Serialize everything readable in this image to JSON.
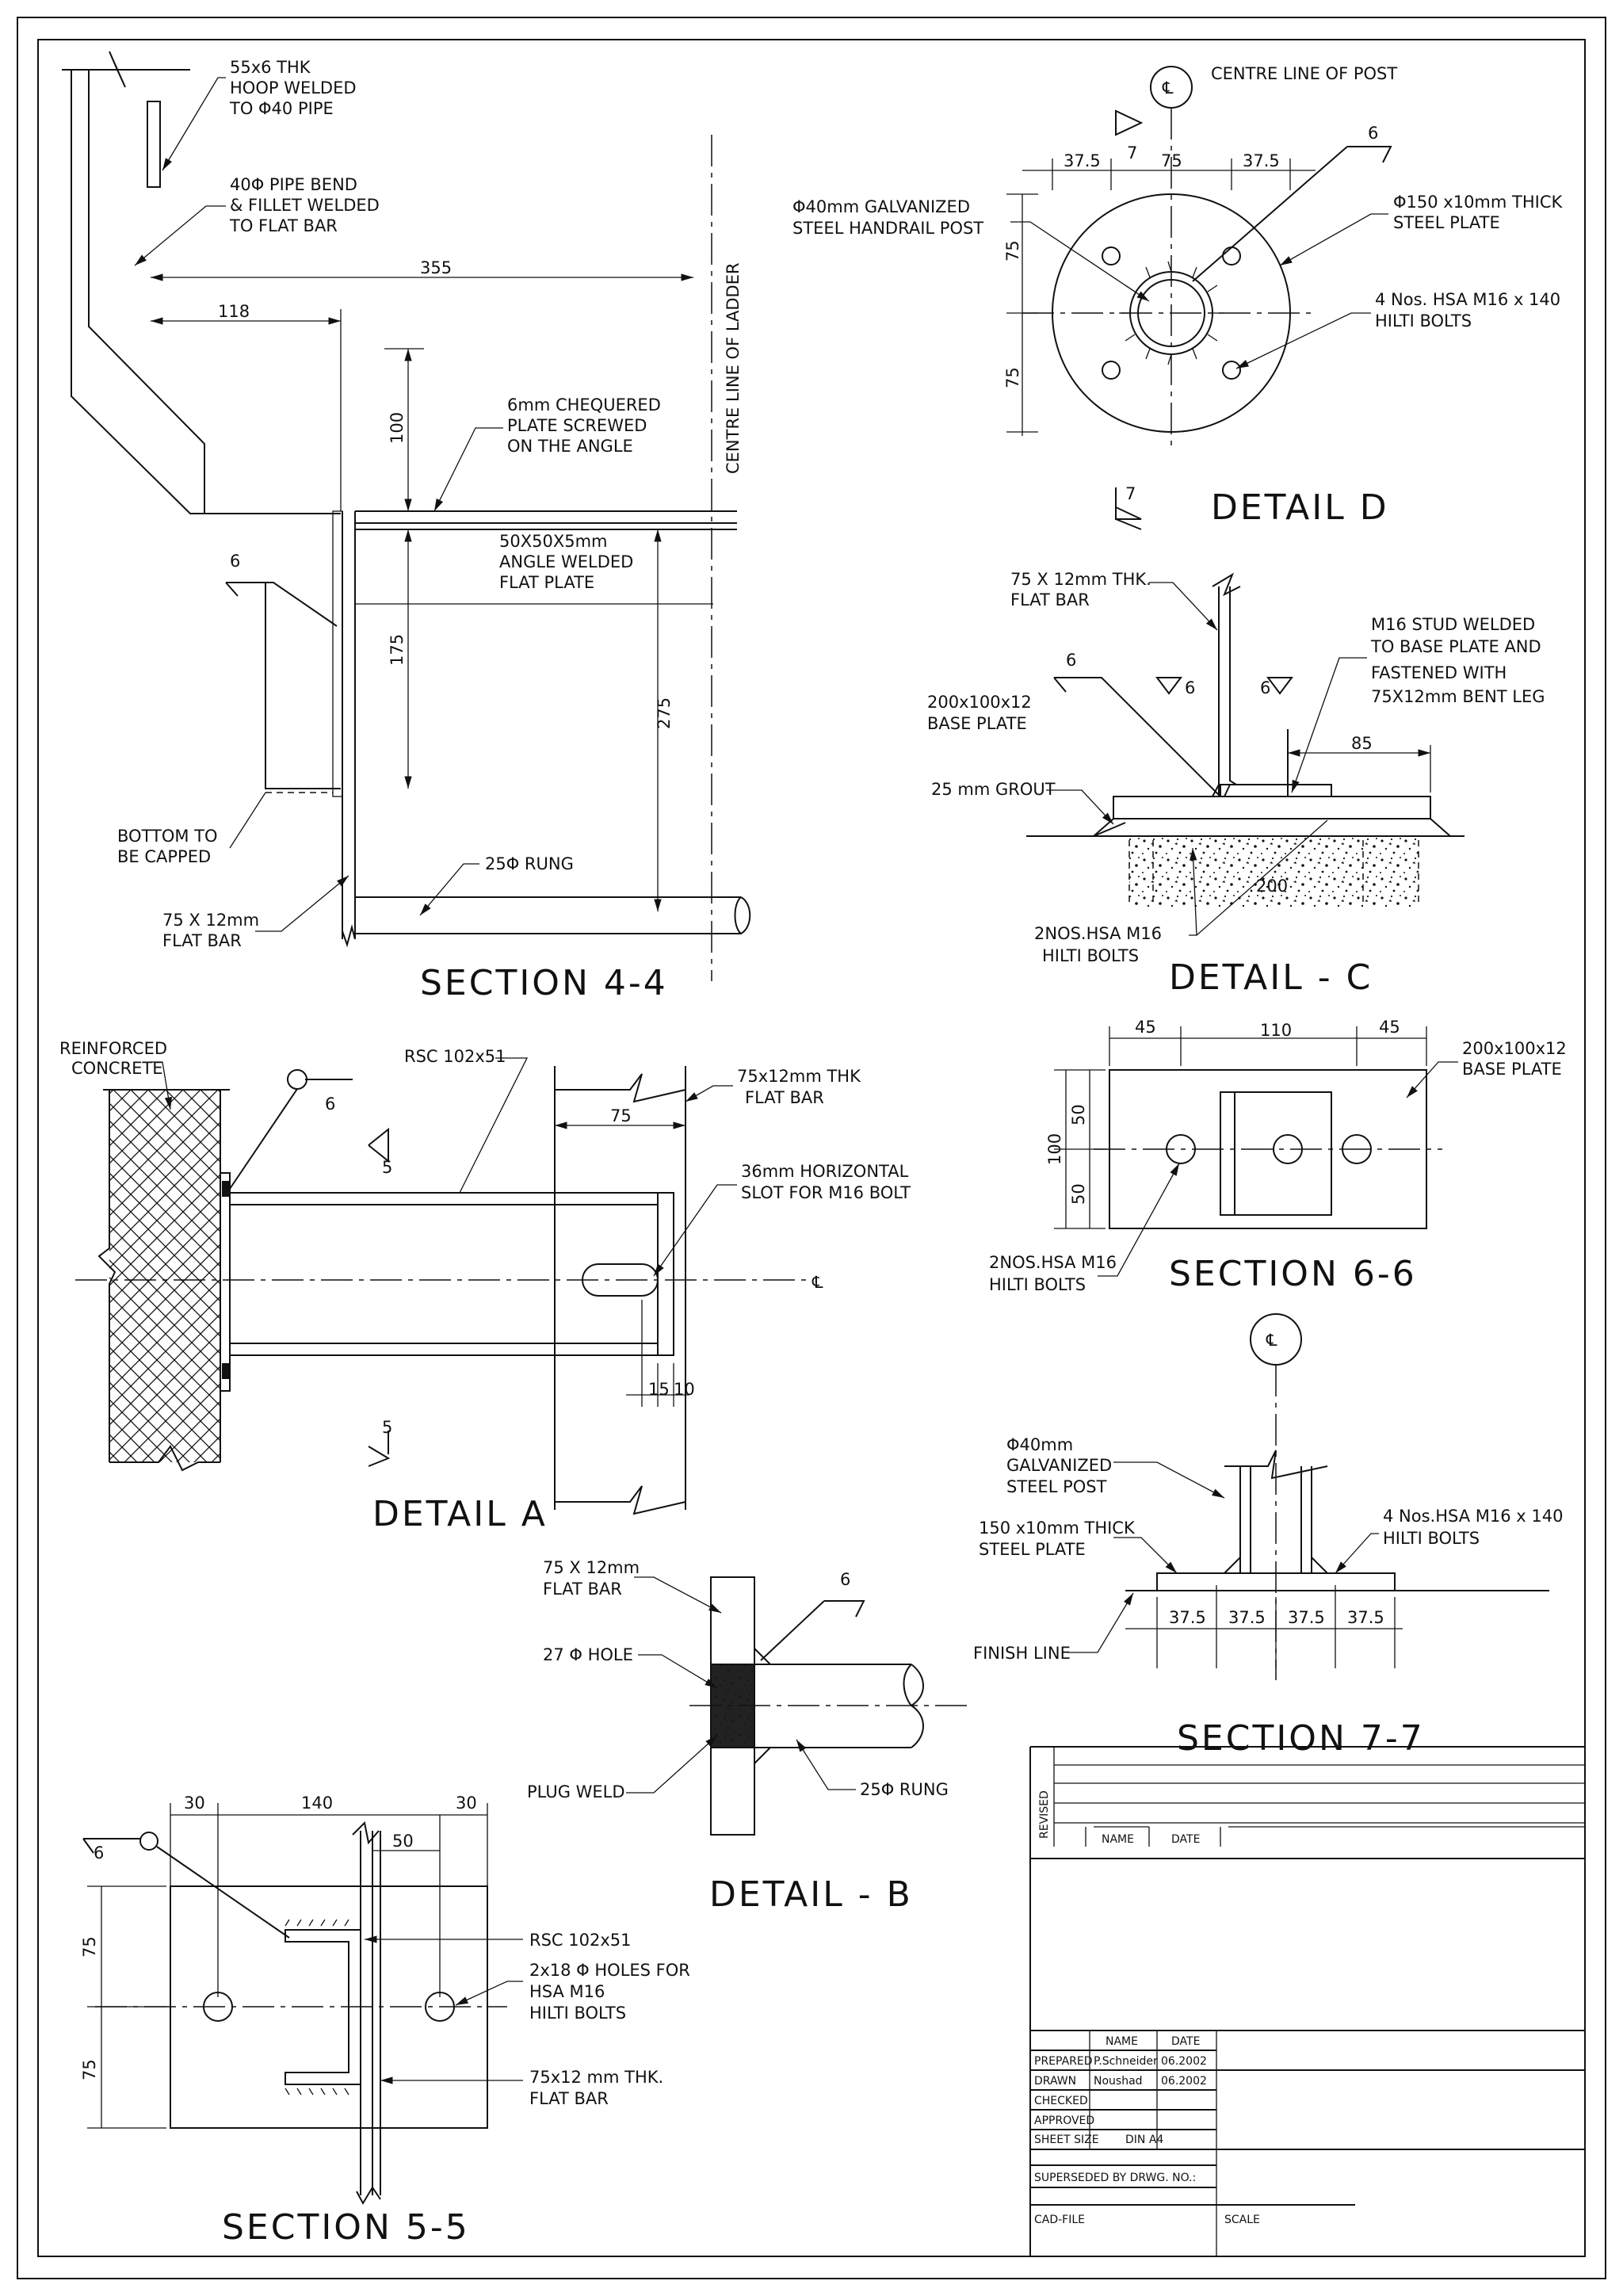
{
  "sheet": {
    "title": "Ladder and handrail post fixing details"
  },
  "views": {
    "section44": {
      "title": "SECTION  4-4",
      "hoop": [
        "55x6 THK",
        "HOOP WELDED",
        "TO Φ40 PIPE"
      ],
      "pipe": [
        "40Φ PIPE BEND",
        "& FILLET WELDED",
        "TO FLAT BAR"
      ],
      "dim_355": "355",
      "dim_118": "118",
      "dim_100": "100",
      "dim_175": "175",
      "dim_275": "275",
      "weld": "6",
      "centreline": "CENTRE LINE OF LADDER",
      "chequered": [
        "6mm CHEQUERED",
        "PLATE SCREWED",
        "ON THE ANGLE"
      ],
      "angle": [
        "50X50X5mm",
        "ANGLE WELDED",
        "FLAT PLATE"
      ],
      "capped": [
        "BOTTOM TO",
        "BE CAPPED"
      ],
      "rung": "25Φ RUNG",
      "flatbar": [
        "75 X 12mm",
        "FLAT BAR"
      ]
    },
    "detailD": {
      "title": "DETAIL D",
      "centre": "CENTRE LINE OF POST",
      "cl_symbol": "℄",
      "sec_no": "7",
      "dims": [
        "37.5",
        "75",
        "37.5"
      ],
      "vdims": [
        "75",
        "75"
      ],
      "weld": "6",
      "post": [
        "Φ40mm GALVANIZED",
        "STEEL  HANDRAIL POST"
      ],
      "plate": [
        "Φ150 x10mm THICK",
        "STEEL PLATE"
      ],
      "bolts": [
        "4 Nos. HSA M16 x 140",
        "HILTI BOLTS"
      ]
    },
    "detailC": {
      "title": "DETAIL - C",
      "flatbar": [
        "75 X 12mm THK.",
        "FLAT BAR"
      ],
      "stud": [
        "M16 STUD WELDED",
        "TO BASE PLATE AND",
        "FASTENED WITH",
        "75X12mm  BENT LEG"
      ],
      "base": [
        "200x100x12",
        "BASE PLATE"
      ],
      "grout": "25 mm GROUT",
      "dim_85": "85",
      "dim_200": "200",
      "weld": "6",
      "bolts": [
        "2NOS.HSA M16",
        "HILTI BOLTS"
      ]
    },
    "section66": {
      "title": "SECTION 6-6",
      "dims": [
        "45",
        "110",
        "45"
      ],
      "vdims": [
        "50",
        "50"
      ],
      "vtotal": "100",
      "base": [
        "200x100x12",
        "BASE PLATE"
      ],
      "bolts": [
        "2NOS.HSA M16",
        "HILTI BOLTS"
      ]
    },
    "detailA": {
      "title": "DETAIL A",
      "concrete": [
        "REINFORCED",
        "CONCRETE"
      ],
      "rsc": "RSC 102x51",
      "weld": "6",
      "sec_no": "5",
      "flatbar": [
        "75x12mm THK",
        "FLAT BAR"
      ],
      "dim_75": "75",
      "slot": [
        "36mm HORIZONTAL",
        "SLOT FOR M16 BOLT"
      ],
      "dim_15": "15",
      "dim_10": "10",
      "cl": "℄"
    },
    "section77": {
      "title": "SECTION  7-7",
      "cl_symbol": "℄",
      "post": [
        "Φ40mm",
        "GALVANIZED",
        "STEEL POST"
      ],
      "plate": [
        "150 x10mm THICK",
        "STEEL PLATE"
      ],
      "bolts": [
        "4 Nos.HSA M16 x 140",
        "HILTI BOLTS"
      ],
      "finish": "FINISH LINE",
      "dims": [
        "37.5",
        "37.5",
        "37.5",
        "37.5"
      ]
    },
    "detailB": {
      "title": "DETAIL - B",
      "flatbar": [
        "75 X 12mm",
        "FLAT BAR"
      ],
      "hole": "27 Φ HOLE",
      "plug": "PLUG WELD",
      "rung": "25Φ RUNG",
      "weld": "6"
    },
    "section55": {
      "title": "SECTION 5-5",
      "dims": [
        "30",
        "140",
        "30"
      ],
      "dim_50": "50",
      "vdims": [
        "75",
        "75"
      ],
      "weld": "6",
      "rsc": "RSC 102x51",
      "holes": [
        "2x18 Φ HOLES FOR",
        "HSA M16",
        "HILTI BOLTS"
      ],
      "flatbar": [
        "75x12 mm THK.",
        "FLAT BAR"
      ]
    }
  },
  "title_block": {
    "revised": "REVISED",
    "rev_name": "NAME",
    "rev_date": "DATE",
    "hdr_name": "NAME",
    "hdr_date": "DATE",
    "rows": [
      {
        "label": "PREPARED",
        "name": "P.Schneider",
        "date": "06.2002"
      },
      {
        "label": "DRAWN",
        "name": "Noushad",
        "date": "06.2002"
      },
      {
        "label": "CHECKED",
        "name": "",
        "date": ""
      },
      {
        "label": "APPROVED",
        "name": "",
        "date": ""
      }
    ],
    "sheet_size_label": "SHEET SIZE",
    "sheet_size": "DIN A4",
    "superseded": "SUPERSEDED BY DRWG. NO.:",
    "cad": "CAD-FILE",
    "scale": "SCALE"
  }
}
